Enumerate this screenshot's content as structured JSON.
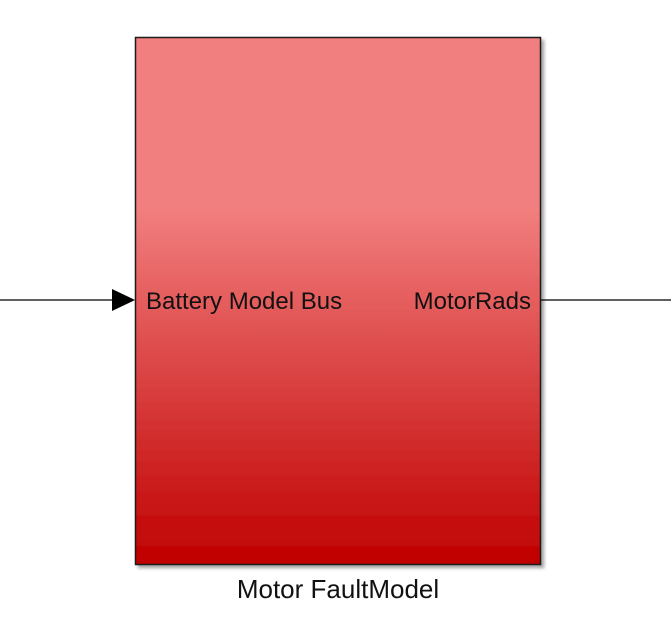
{
  "diagram": {
    "block": {
      "name": "Motor FaultModel",
      "fill_top": "#f27f7f",
      "fill_bottom": "#c00000",
      "border": "#1a1a1a",
      "input_port": "Battery Model Bus",
      "output_port": "MotorRads"
    },
    "signal_color": "#000000"
  }
}
